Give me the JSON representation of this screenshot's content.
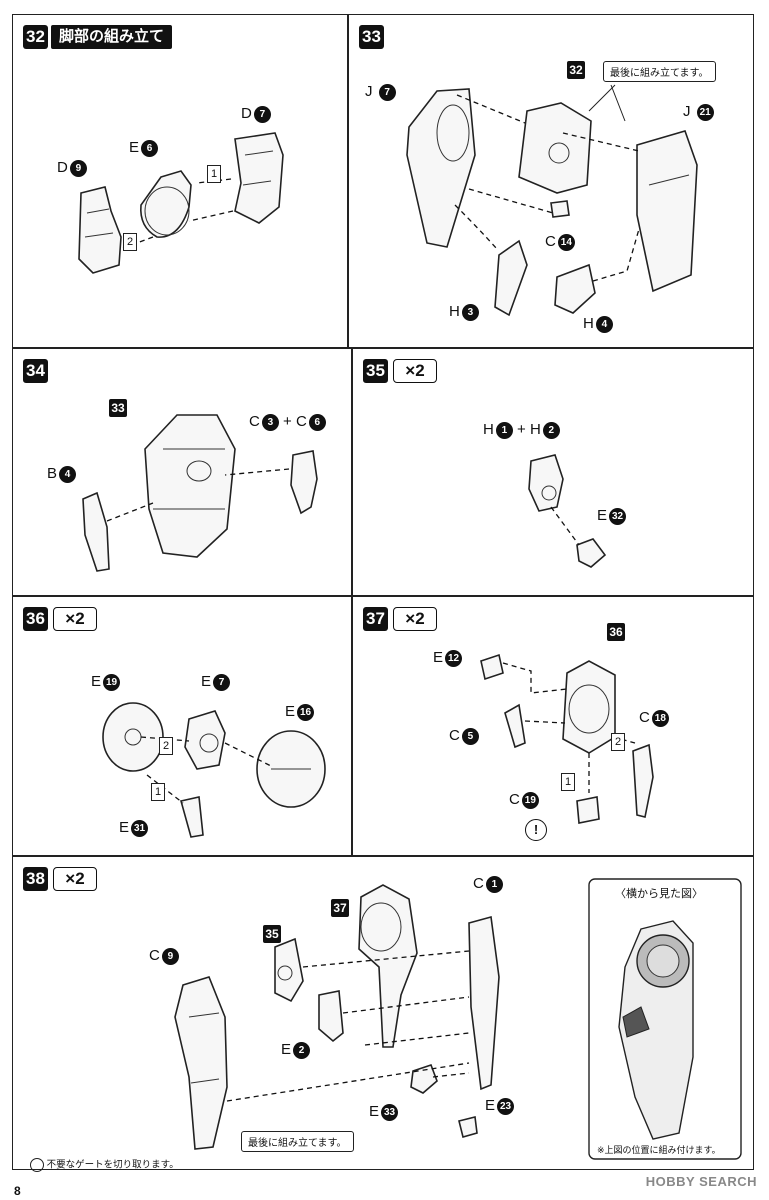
{
  "steps": {
    "s32": {
      "num": "32",
      "title": "脚部の組み立て"
    },
    "s33": {
      "num": "33",
      "note": "最後に組み立てます。",
      "ref": "32"
    },
    "s34": {
      "num": "34",
      "ref": "33"
    },
    "s35": {
      "num": "35",
      "mult": "×2"
    },
    "s36": {
      "num": "36",
      "mult": "×2"
    },
    "s37": {
      "num": "37",
      "mult": "×2",
      "ref": "36",
      "warn": "!"
    },
    "s38": {
      "num": "38",
      "mult": "×2",
      "ref_a": "37",
      "ref_b": "35",
      "note": "最後に組み立てます。",
      "side_title": "〈横から見た図〉",
      "side_note": "※上図の位置に組み付けます。"
    }
  },
  "parts": {
    "d9": {
      "letter": "D",
      "num": "9"
    },
    "e6": {
      "letter": "E",
      "num": "6"
    },
    "d7": {
      "letter": "D",
      "num": "7"
    },
    "j7": {
      "letter": "J",
      "num": "7"
    },
    "j21": {
      "letter": "J",
      "num": "21"
    },
    "c14": {
      "letter": "C",
      "num": "14"
    },
    "h3": {
      "letter": "H",
      "num": "3"
    },
    "h4": {
      "letter": "H",
      "num": "4"
    },
    "b4": {
      "letter": "B",
      "num": "4"
    },
    "c3": {
      "letter": "C",
      "num": "3"
    },
    "c6": {
      "letter": "C",
      "num": "6"
    },
    "h1": {
      "letter": "H",
      "num": "1"
    },
    "h2": {
      "letter": "H",
      "num": "2"
    },
    "e32": {
      "letter": "E",
      "num": "32"
    },
    "e19": {
      "letter": "E",
      "num": "19"
    },
    "e7": {
      "letter": "E",
      "num": "7"
    },
    "e16": {
      "letter": "E",
      "num": "16"
    },
    "e31": {
      "letter": "E",
      "num": "31"
    },
    "e12": {
      "letter": "E",
      "num": "12"
    },
    "c5": {
      "letter": "C",
      "num": "5"
    },
    "c18": {
      "letter": "C",
      "num": "18"
    },
    "c19": {
      "letter": "C",
      "num": "19"
    },
    "c9": {
      "letter": "C",
      "num": "9"
    },
    "c1": {
      "letter": "C",
      "num": "1"
    },
    "e2": {
      "letter": "E",
      "num": "2"
    },
    "e33": {
      "letter": "E",
      "num": "33"
    },
    "e23": {
      "letter": "E",
      "num": "23"
    }
  },
  "order": {
    "one": "1",
    "two": "2"
  },
  "plus": "+",
  "footer": {
    "gate_note": "不要なゲートを切り取ります。",
    "page": "8"
  },
  "watermark": "HOBBY SEARCH"
}
